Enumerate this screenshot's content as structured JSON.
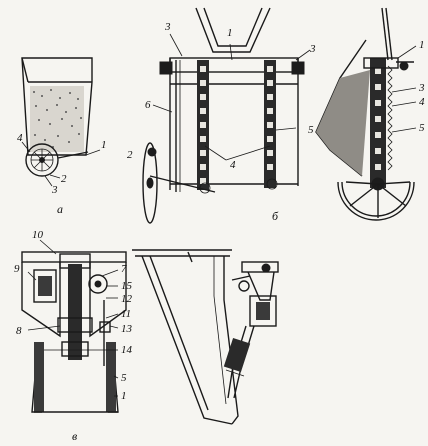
{
  "figure": {
    "panels": {
      "a": {
        "caption": "а",
        "labels": [
          "1",
          "2",
          "3",
          "4"
        ]
      },
      "b": {
        "caption": "б",
        "labels": [
          "1",
          "2",
          "3",
          "3",
          "4",
          "5",
          "6"
        ]
      },
      "c": {
        "labels": [
          "1",
          "3",
          "4",
          "5"
        ]
      },
      "d": {
        "caption": "в",
        "labels": [
          "10",
          "9",
          "7",
          "15",
          "12",
          "11",
          "13",
          "8",
          "14",
          "5",
          "1"
        ]
      }
    }
  }
}
